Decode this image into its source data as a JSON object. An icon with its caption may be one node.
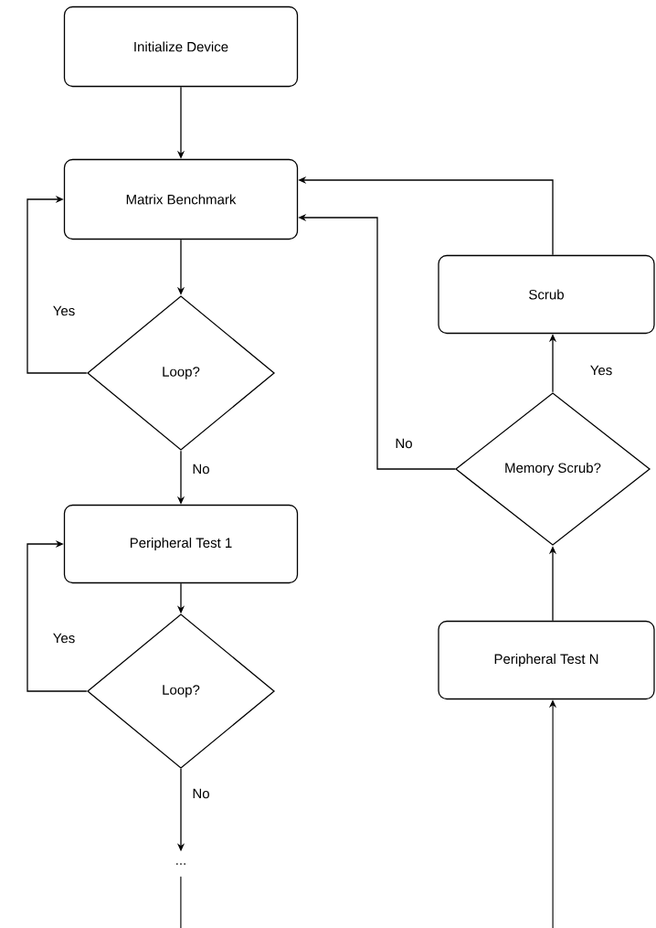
{
  "diagram": {
    "nodes": [
      {
        "text": [
          "Initialize Device"
        ]
      },
      {
        "text": [
          "Matrix Benchmark"
        ]
      },
      {
        "text": [
          "Loop?"
        ]
      },
      {
        "text": [
          "Peripheral Test 1"
        ]
      },
      {
        "text": [
          "Loop?"
        ]
      },
      {
        "text": [
          "..."
        ]
      },
      {
        "text": [
          "Scrub"
        ]
      },
      {
        "text": [
          "Memory Scrub?"
        ]
      },
      {
        "text": [
          "Peripheral Test N"
        ]
      }
    ],
    "edges": [
      {
        "from": 0,
        "to": 1,
        "arrow": "to"
      },
      {
        "from": 1,
        "to": 2,
        "arrow": "to"
      },
      {
        "from": 2,
        "to": 1,
        "arrow": "to",
        "label": "Yes"
      },
      {
        "from": 2,
        "to": 3,
        "arrow": "to",
        "label": "No"
      },
      {
        "from": 3,
        "to": 4,
        "arrow": "to"
      },
      {
        "from": 4,
        "to": 3,
        "arrow": "to",
        "label": "Yes"
      },
      {
        "from": 4,
        "to": 5,
        "arrow": "to",
        "label": "No"
      },
      {
        "from": 5,
        "to": null,
        "arrow": "none"
      },
      {
        "from": null,
        "to": 8,
        "arrow": "to"
      },
      {
        "from": 8,
        "to": 7,
        "arrow": "to"
      },
      {
        "from": 7,
        "to": 6,
        "arrow": "to",
        "label": "Yes"
      },
      {
        "from": 7,
        "to": 1,
        "arrow": "to",
        "label": "No"
      },
      {
        "from": 6,
        "to": 1,
        "arrow": "to"
      }
    ]
  }
}
